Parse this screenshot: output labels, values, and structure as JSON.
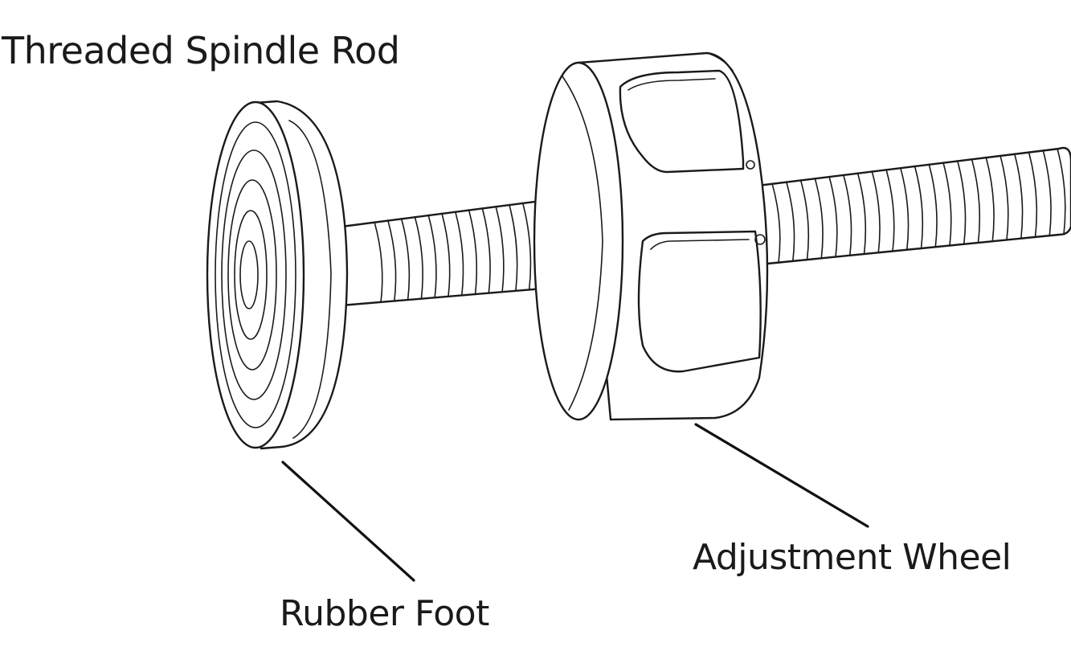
{
  "labels": {
    "spindle_rod": "Threaded Spindle Rod",
    "adjustment_wheel": "Adjustment Wheel",
    "rubber_foot": "Rubber Foot"
  },
  "colors": {
    "line": "#1a1a1a",
    "background": "#ffffff"
  }
}
